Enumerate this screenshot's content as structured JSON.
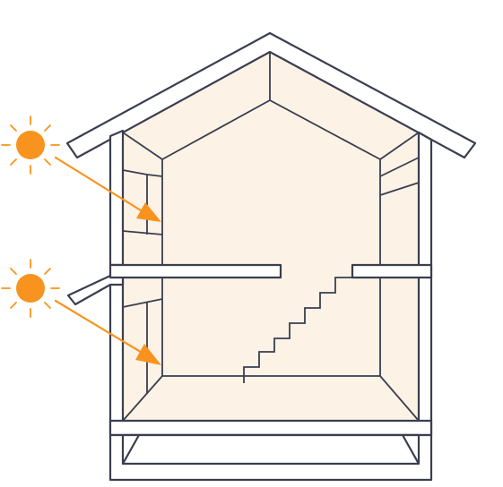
{
  "colors": {
    "outline": "#3a3e4f",
    "wall_fill": "#ffffff",
    "interior_fill": "#fdf2e6",
    "sun": "#f7931e",
    "arrow": "#f7931e",
    "background": "#ffffff"
  },
  "icons": {
    "sun_upper": "sun-icon",
    "sun_lower": "sun-icon"
  },
  "scene": {
    "sun_count": 2,
    "floors": 2,
    "stair_steps": 7
  }
}
